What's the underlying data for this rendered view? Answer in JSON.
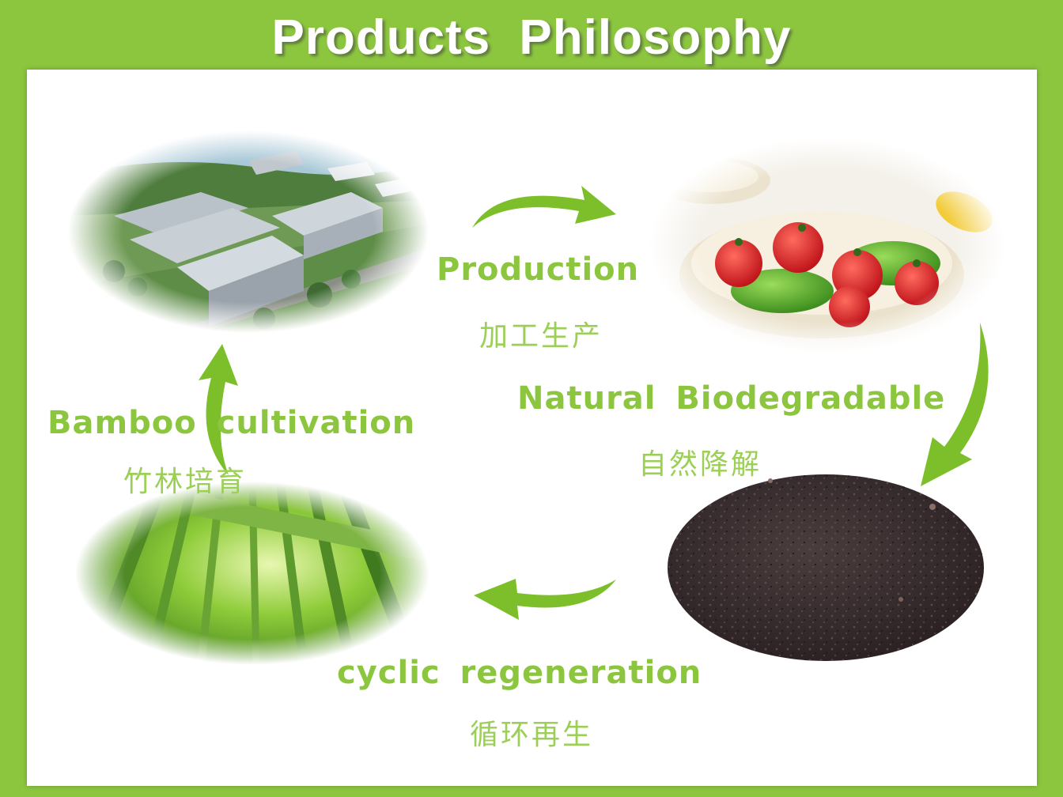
{
  "title": "Products  Philosophy",
  "stages": {
    "production": {
      "en": "Production",
      "zh": "加工生产"
    },
    "biodegradable": {
      "en": "Natural  Biodegradable",
      "zh": "自然降解"
    },
    "regeneration": {
      "en": "cyclic  regeneration",
      "zh": "循环再生"
    },
    "cultivation": {
      "en": "Bamboo  cultivation",
      "zh": "竹林培育"
    }
  },
  "colors": {
    "background": "#8cc63f",
    "label": "#8cc63f",
    "arrow": "#7dbf2a"
  }
}
